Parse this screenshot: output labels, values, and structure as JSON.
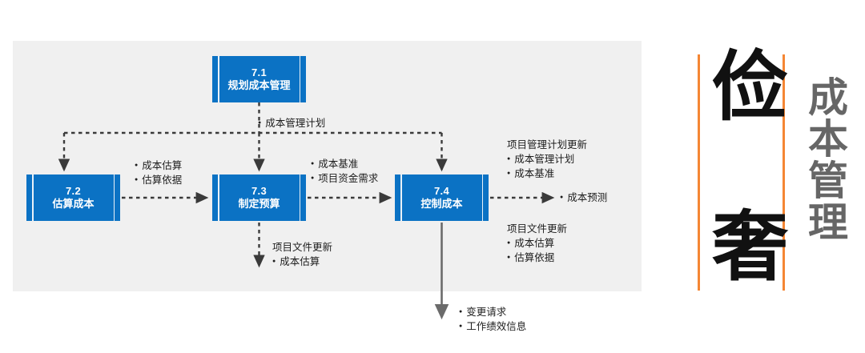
{
  "diagram": {
    "background_color": "#f0f0f0",
    "box_color": "#0b72c4",
    "accent_color": "#f58634",
    "boxes": [
      {
        "id": "7.1",
        "number": "7.1",
        "name": "规划成本管理"
      },
      {
        "id": "7.2",
        "number": "7.2",
        "name": "估算成本"
      },
      {
        "id": "7.3",
        "number": "7.3",
        "name": "制定预算"
      },
      {
        "id": "7.4",
        "number": "7.4",
        "name": "控制成本"
      }
    ],
    "annotations": {
      "plan_output": "成本管理计划",
      "estimate_outputs": {
        "items": [
          "成本估算",
          "估算依据"
        ]
      },
      "budget_outputs": {
        "items": [
          "成本基准",
          "项目资金需求"
        ]
      },
      "pm_plan_updates": {
        "header": "项目管理计划更新",
        "items": [
          "成本管理计划",
          "成本基准"
        ]
      },
      "forecast_output": "成本预测",
      "doc_updates_budget": {
        "header": "项目文件更新",
        "items": [
          "成本估算"
        ]
      },
      "doc_updates_control": {
        "header": "项目文件更新",
        "items": [
          "成本估算",
          "估算依据"
        ]
      },
      "control_outputs": {
        "items": [
          "变更请求",
          "工作绩效信息"
        ]
      }
    }
  },
  "title_panel": {
    "big_chars": [
      "俭",
      "奢"
    ],
    "vertical_title": "成本管理"
  }
}
